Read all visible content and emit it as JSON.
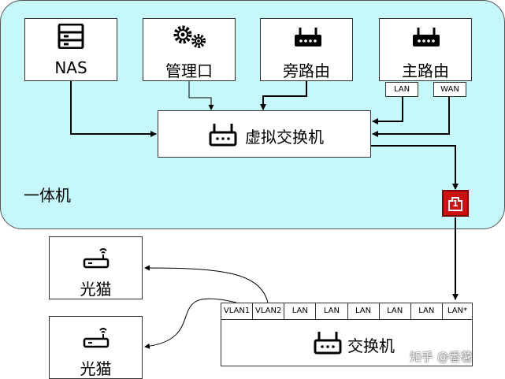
{
  "container": {
    "label": "一体机"
  },
  "nodes": {
    "nas": {
      "label": "NAS",
      "icon": "server-icon"
    },
    "mgmt": {
      "label": "管理口",
      "icon": "gears-icon"
    },
    "bypass_router": {
      "label": "旁路由",
      "icon": "router-icon"
    },
    "main_router": {
      "label": "主路由",
      "icon": "router-icon",
      "ports": [
        "LAN",
        "WAN"
      ]
    },
    "vswitch": {
      "label": "虚拟交换机",
      "icon": "router-icon"
    },
    "switch": {
      "label": "交换机",
      "icon": "router-icon",
      "ports": [
        "VLAN1",
        "VLAN2",
        "LAN",
        "LAN",
        "LAN",
        "LAN",
        "LAN",
        "LAN*"
      ]
    },
    "modem1": {
      "label": "光猫",
      "icon": "wifi-router-icon"
    },
    "modem2": {
      "label": "光猫",
      "icon": "wifi-router-icon"
    }
  },
  "physical_port_badge": {
    "label": "1",
    "color": "#cc1111"
  },
  "watermark": "知乎 @香薯",
  "colors": {
    "panel": "#c6f7f9",
    "badge": "#cc1111"
  }
}
